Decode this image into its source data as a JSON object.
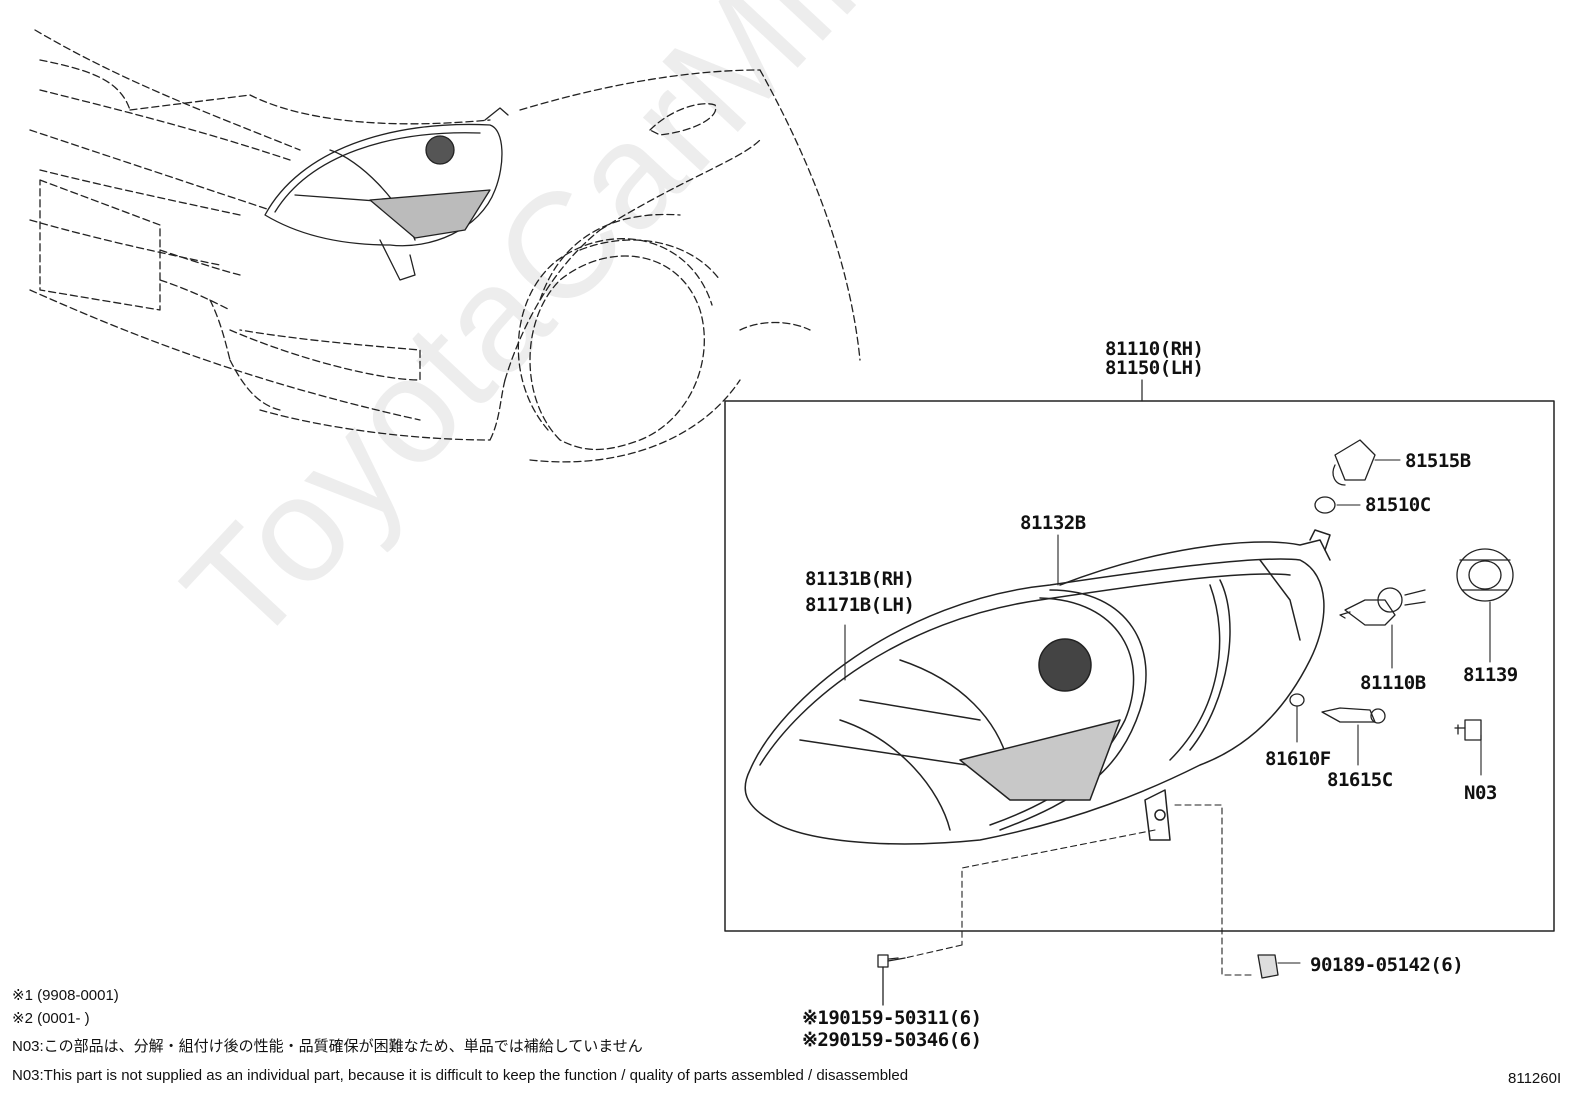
{
  "watermark": "ToyotaCarMine.ru",
  "assembly": {
    "part_rh": "81110(RH)",
    "part_lh": "81150(LH)"
  },
  "parts": {
    "p81515B": "81515B",
    "p81510C": "81510C",
    "p81132B": "81132B",
    "p81131B": "81131B(RH)",
    "p81171B": "81171B(LH)",
    "p81110B": "81110B",
    "p81139": "81139",
    "p81610F": "81610F",
    "p81615C": "81615C",
    "pN03": "N03",
    "p90189": "90189-05142(6)",
    "p90159a": "※190159-50311(6)",
    "p90159b": "※290159-50346(6)"
  },
  "notes": {
    "date1": "※1 (9908-0001)",
    "date2": "※2 (0001-        )",
    "n03_jp": "N03:この部品は、分解・組付け後の性能・品質確保が困難なため、単品では補給していません",
    "n03_en": "N03:This part is not supplied as an individual part, because it is difficult to keep the function / quality of parts assembled / disassembled"
  },
  "figure_id": "811260I"
}
